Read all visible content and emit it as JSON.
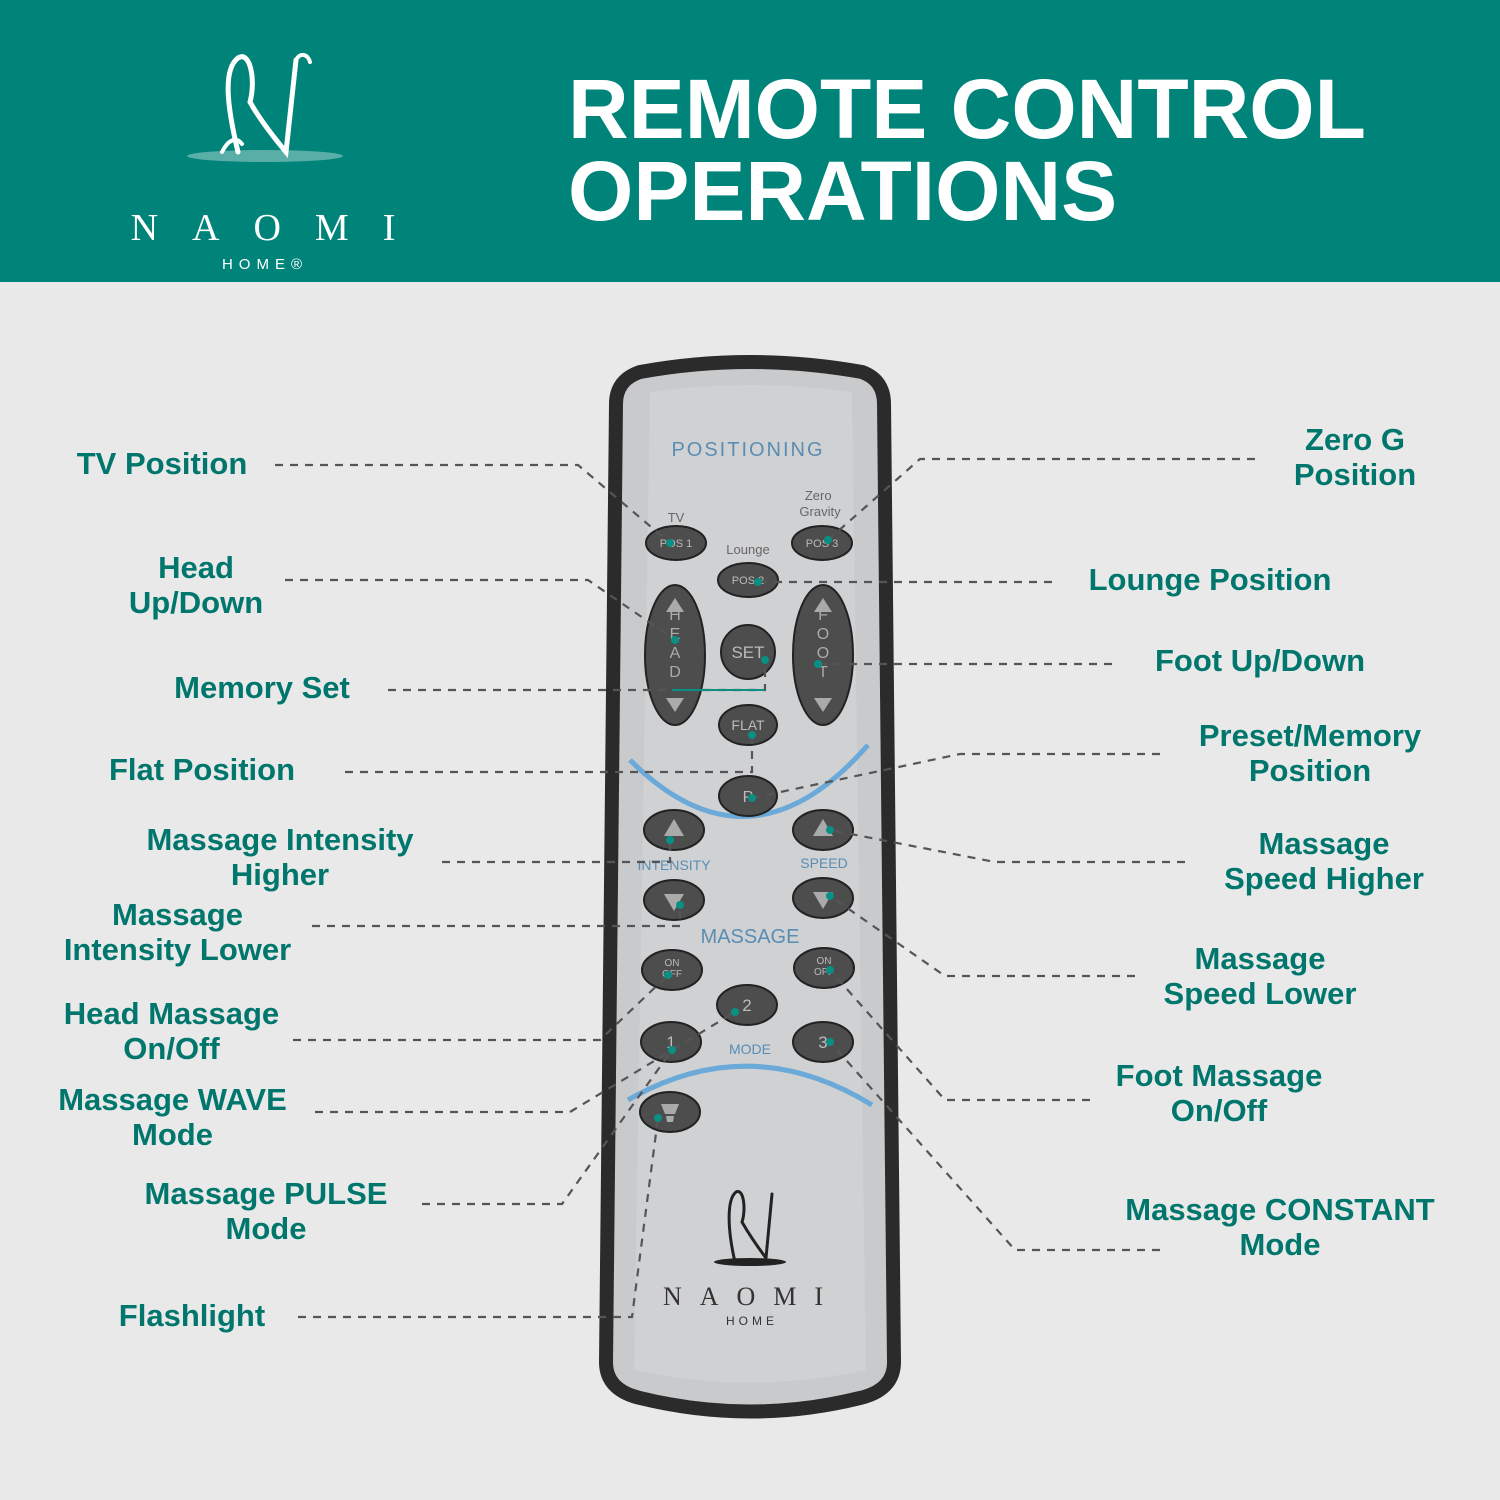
{
  "header": {
    "brand_mark": "N",
    "brand_name": "NAOMI",
    "brand_sub": "HOME®",
    "title_line1": "REMOTE CONTROL",
    "title_line2": "OPERATIONS"
  },
  "remote": {
    "section_positioning": "POSITIONING",
    "tv_label": "TV",
    "zero_label": "Zero\nGravity",
    "lounge_label": "Lounge",
    "btn_pos1": "POS 1",
    "btn_pos2": "POS 2",
    "btn_pos3": "POS 3",
    "btn_head": "HEAD",
    "btn_foot": "FOOT",
    "btn_set": "SET",
    "btn_flat": "FLAT",
    "btn_p": "P",
    "intensity_label": "INTENSITY",
    "speed_label": "SPEED",
    "section_massage": "MASSAGE",
    "btn_onoff": "ON\nOFF",
    "btn_1": "1",
    "btn_2": "2",
    "btn_3": "3",
    "mode_label": "MODE",
    "brand_mark": "N",
    "brand_name": "NAOMI",
    "brand_sub": "HOME"
  },
  "labels": {
    "tv_position": "TV Position",
    "head_updown": "Head\nUp/Down",
    "memory_set": "Memory Set",
    "flat_position": "Flat Position",
    "intensity_higher": "Massage Intensity\nHigher",
    "intensity_lower": "Massage\nIntensity Lower",
    "head_massage": "Head Massage\nOn/Off",
    "wave_mode": "Massage WAVE\nMode",
    "pulse_mode": "Massage PULSE\nMode",
    "flashlight": "Flashlight",
    "zero_g": "Zero G\nPosition",
    "lounge_position": "Lounge Position",
    "foot_updown": "Foot Up/Down",
    "preset_memory": "Preset/Memory\nPosition",
    "speed_higher": "Massage\nSpeed Higher",
    "speed_lower": "Massage\nSpeed Lower",
    "foot_massage": "Foot Massage\nOn/Off",
    "constant_mode": "Massage CONSTANT\nMode"
  },
  "colors": {
    "header_bg": "#00847a",
    "label_text": "#00766d",
    "remote_body": "#c9cacc",
    "remote_border": "#2b2b2b",
    "button": "#4d4d4d",
    "accent_wave": "#6aa9d8",
    "remote_text": "#5a8db3"
  }
}
